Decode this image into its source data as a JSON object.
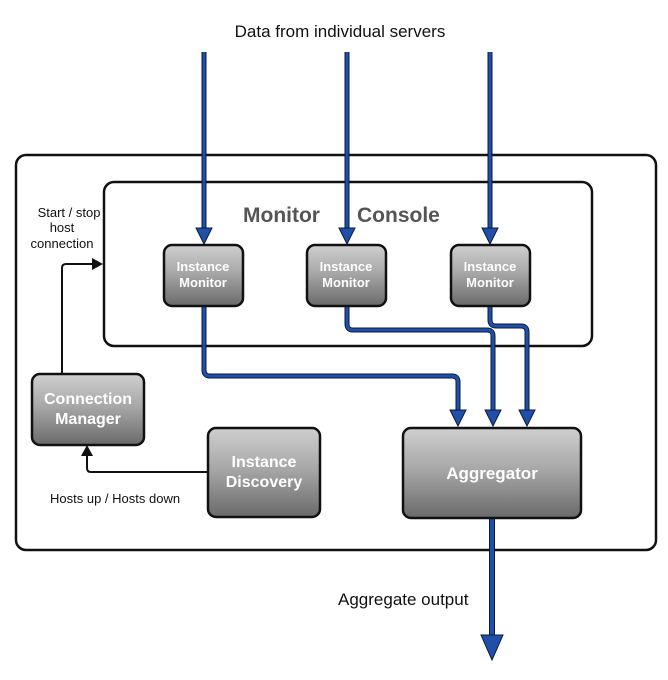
{
  "labels": {
    "input_data": "Data from individual servers",
    "console_title_word1": "Monitor",
    "console_title_word2": "Console",
    "start_stop_line1": "Start / stop",
    "start_stop_line2": "host",
    "start_stop_line3": "connection",
    "hosts_status": "Hosts up / Hosts down",
    "aggregate_output": "Aggregate output"
  },
  "boxes": {
    "instance_monitor_1": {
      "line1": "Instance",
      "line2": "Monitor"
    },
    "instance_monitor_2": {
      "line1": "Instance",
      "line2": "Monitor"
    },
    "instance_monitor_3": {
      "line1": "Instance",
      "line2": "Monitor"
    },
    "connection_manager": {
      "line1": "Connection",
      "line2": "Manager"
    },
    "instance_discovery": {
      "line1": "Instance",
      "line2": "Discovery"
    },
    "aggregator": {
      "line1": "Aggregator"
    }
  },
  "colors": {
    "data_arrow": "#1f4fa8",
    "arrow_outline": "#0a1a3c",
    "box_fill_top": "#c7c7c7",
    "box_fill_bottom": "#6f6f6f",
    "border": "#111111",
    "console_title": "#555555"
  }
}
